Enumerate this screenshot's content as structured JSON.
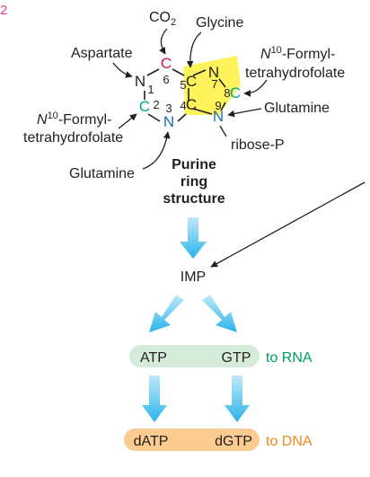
{
  "figure": {
    "corner_number": "2",
    "ring_title": [
      "Purine",
      "ring",
      "structure"
    ]
  },
  "sources": {
    "co2": "CO",
    "co2_sub": "2",
    "glycine": "Glycine",
    "aspartate": "Aspartate",
    "formyl_top_n": "N",
    "formyl_top_sup": "10",
    "formyl_top_rest": "-Formyl-",
    "formyl_top_line2": "tetrahydrofolate",
    "glutamine_right": "Glutamine",
    "formyl_left_n": "N",
    "formyl_left_sup": "10",
    "formyl_left_rest": "-Formyl-",
    "formyl_left_line2": "tetrahydrofolate",
    "glutamine_bottom": "Glutamine",
    "ribose": "ribose-P"
  },
  "ring": {
    "atoms": {
      "n1": "N",
      "c2": "C",
      "n3": "N",
      "c4": "C",
      "c5": "C",
      "c6": "C",
      "n7": "N",
      "c8": "C",
      "n9": "N"
    },
    "numbers": {
      "n1": "1",
      "c2": "2",
      "n3": "3",
      "c4": "4",
      "c5": "5",
      "c6": "6",
      "n7": "7",
      "c8": "8",
      "n9": "9"
    }
  },
  "pathway": {
    "imp": "IMP",
    "atp": "ATP",
    "gtp": "GTP",
    "to_rna": "to RNA",
    "datp": "dATP",
    "dgtp": "dGTP",
    "to_dna": "to DNA"
  },
  "colors": {
    "text": "#231f20",
    "magenta": "#d4145a",
    "teal": "#00a488",
    "blue_atom": "#1f6eb4",
    "highlight_yellow": "#fff35c",
    "flow_arrow": "#2ab4ea",
    "rna_box": "#d5ecd9",
    "rna_text": "#00a05a",
    "dna_box": "#fbcb8f",
    "dna_text": "#f28a1e",
    "corner_number": "#e23e8d"
  }
}
